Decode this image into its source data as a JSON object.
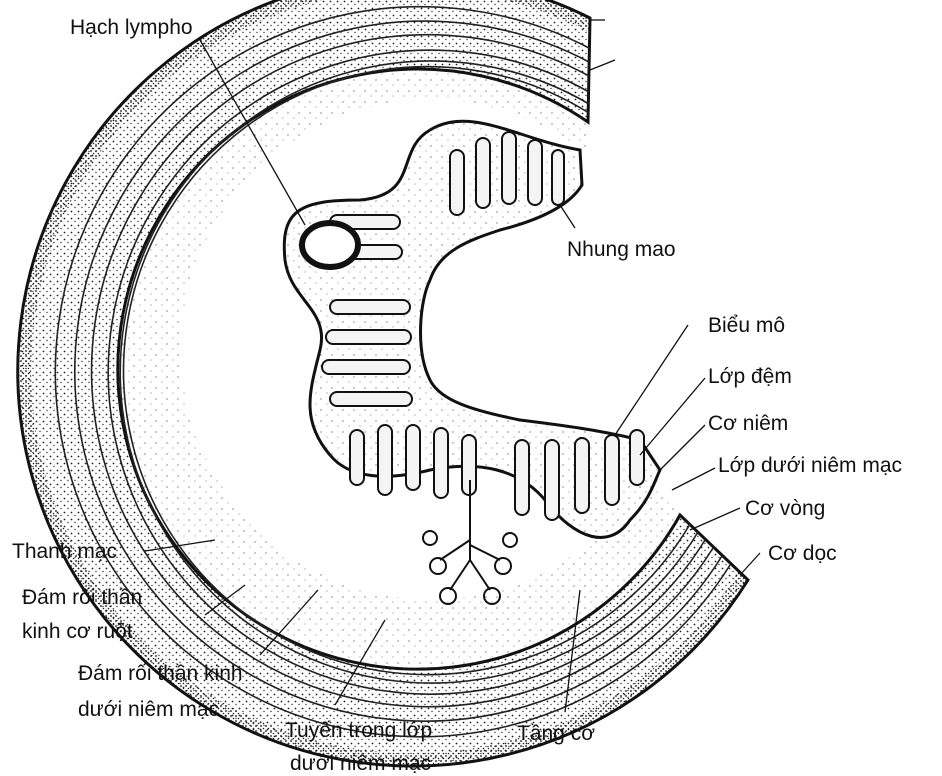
{
  "labels": {
    "hach_lympho": "Hạch lympho",
    "nhung_mao": "Nhung mao",
    "bieu_mo": "Biểu mô",
    "lop_dem": "Lớp đệm",
    "co_niem": "Cơ niêm",
    "lop_duoi_niem_mac": "Lớp dưới niêm mạc",
    "co_vong": "Cơ vòng",
    "co_doc": "Cơ dọc",
    "thanh_mac": "Thanh mạc",
    "dam_roi_co_ruot_1": "Đám rối thần",
    "dam_roi_co_ruot_2": "kinh cơ ruột",
    "dam_roi_duoi_niem_mac_1": "Đám rối thần kinh",
    "dam_roi_duoi_niem_mac_2": "dưới niêm mạc",
    "tuyen_1": "Tuyến trong lớp",
    "tuyen_2": "dưới niêm mạc",
    "tang_co": "Tầng cơ"
  }
}
